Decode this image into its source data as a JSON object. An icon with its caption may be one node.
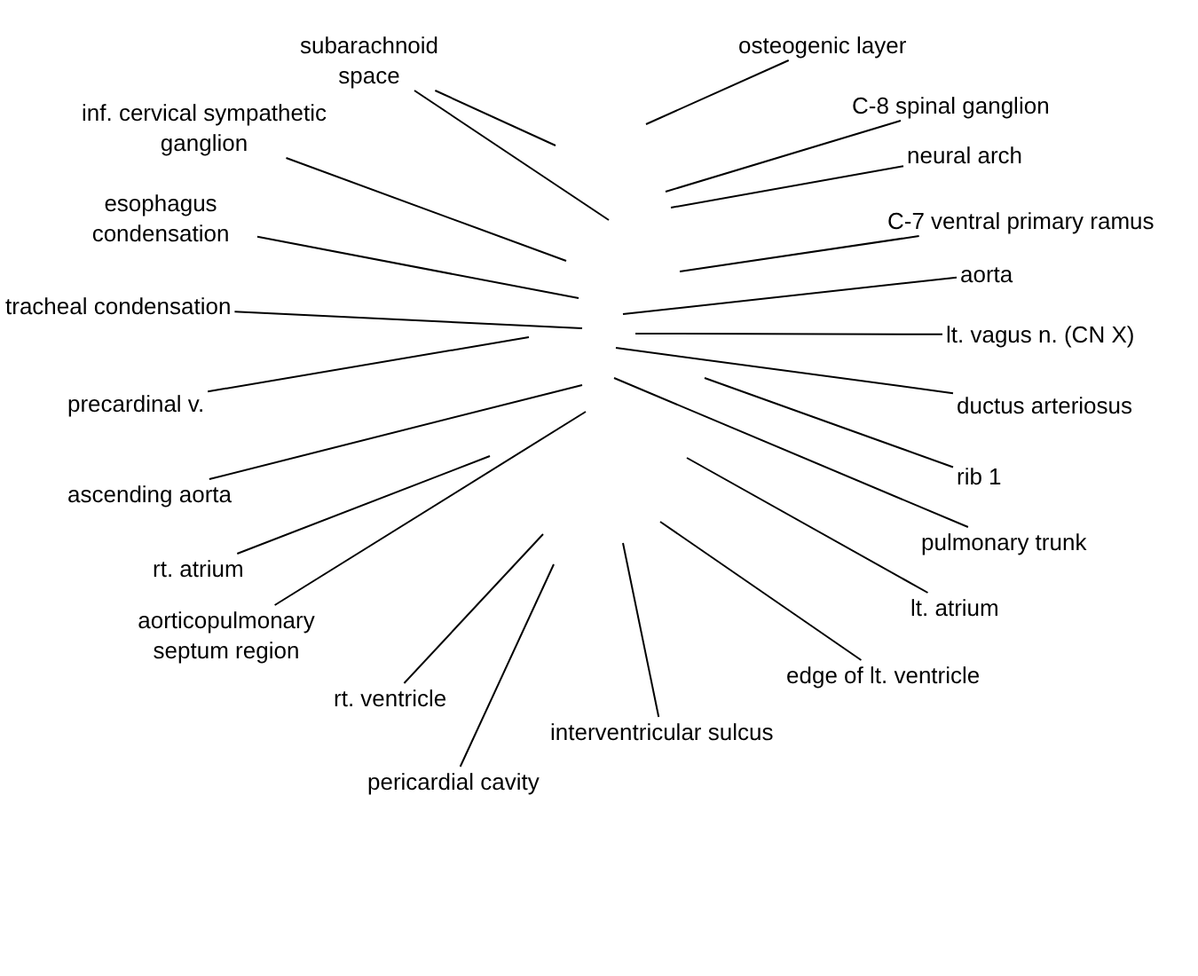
{
  "diagram": {
    "nodes": [
      {
        "text": [
          "subarachnoid space"
        ]
      },
      {
        "text": [
          "osteogenic layer"
        ]
      },
      {
        "text": [
          "inf. cervical sympathetic ganglion"
        ]
      },
      {
        "text": [
          "C-8 spinal ganglion"
        ]
      },
      {
        "text": [
          "neural arch"
        ]
      },
      {
        "text": [
          "esophagus condensation"
        ]
      },
      {
        "text": [
          "C-7 ventral primary ramus"
        ]
      },
      {
        "text": [
          "aorta"
        ]
      },
      {
        "text": [
          "tracheal condensation"
        ]
      },
      {
        "text": [
          "lt. vagus n. (CN X)"
        ]
      },
      {
        "text": [
          "precardinal v."
        ]
      },
      {
        "text": [
          "ductus arteriosus"
        ]
      },
      {
        "text": [
          "rib 1"
        ]
      },
      {
        "text": [
          "ascending aorta"
        ]
      },
      {
        "text": [
          "pulmonary trunk"
        ]
      },
      {
        "text": [
          "rt. atrium"
        ]
      },
      {
        "text": [
          "aorticopulmonary septum region"
        ]
      },
      {
        "text": [
          "lt. atrium"
        ]
      },
      {
        "text": [
          "rt. ventricle"
        ]
      },
      {
        "text": [
          "edge of lt. ventricle"
        ]
      },
      {
        "text": [
          "interventricular sulcus"
        ]
      },
      {
        "text": [
          "pericardial cavity"
        ]
      }
    ],
    "edges": [
      {
        "from": 0,
        "to": null,
        "arrow": "none"
      },
      {
        "from": 0,
        "to": null,
        "arrow": "none"
      },
      {
        "from": 1,
        "to": null,
        "arrow": "none"
      },
      {
        "from": 2,
        "to": null,
        "arrow": "none"
      },
      {
        "from": 3,
        "to": null,
        "arrow": "none"
      },
      {
        "from": 4,
        "to": null,
        "arrow": "none"
      },
      {
        "from": 5,
        "to": null,
        "arrow": "none"
      },
      {
        "from": 6,
        "to": null,
        "arrow": "none"
      },
      {
        "from": 7,
        "to": null,
        "arrow": "none"
      },
      {
        "from": 8,
        "to": null,
        "arrow": "none"
      },
      {
        "from": 9,
        "to": null,
        "arrow": "none"
      },
      {
        "from": 10,
        "to": null,
        "arrow": "none"
      },
      {
        "from": 11,
        "to": null,
        "arrow": "none"
      },
      {
        "from": 12,
        "to": null,
        "arrow": "none"
      },
      {
        "from": 13,
        "to": null,
        "arrow": "none"
      },
      {
        "from": 14,
        "to": null,
        "arrow": "none"
      },
      {
        "from": 15,
        "to": null,
        "arrow": "none"
      },
      {
        "from": 16,
        "to": null,
        "arrow": "none"
      },
      {
        "from": 17,
        "to": null,
        "arrow": "none"
      },
      {
        "from": 18,
        "to": null,
        "arrow": "none"
      },
      {
        "from": 19,
        "to": null,
        "arrow": "none"
      },
      {
        "from": 20,
        "to": null,
        "arrow": "none"
      },
      {
        "from": 21,
        "to": null,
        "arrow": "none"
      }
    ]
  }
}
